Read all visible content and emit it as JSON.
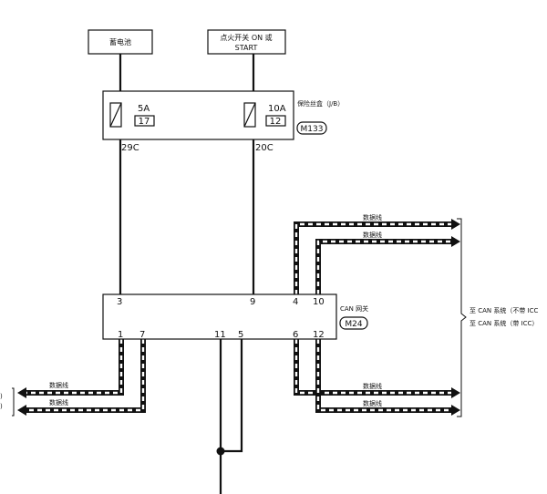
{
  "sources": {
    "battery": "蓄电池",
    "ignition_line1": "点火开关 ON 或",
    "ignition_line2": "START"
  },
  "fuse_block": {
    "label": "保险丝盒（J/B）",
    "connector": "M133",
    "fuse_a": {
      "rating": "5A",
      "number": "17",
      "terminal": "29C"
    },
    "fuse_b": {
      "rating": "10A",
      "number": "12",
      "terminal": "20C"
    }
  },
  "gateway": {
    "label": "CAN 网关",
    "connector": "M24",
    "pins_top": [
      "3",
      "9",
      "4",
      "10"
    ],
    "pins_bottom": [
      "1",
      "7",
      "11",
      "5",
      "6",
      "12"
    ]
  },
  "data_line_label": "数据线",
  "right_targets": {
    "line1": "至 CAN 系统（不带 ICC",
    "line2": "至 CAN 系统（带 ICC）"
  },
  "left_targets": {
    "line1": ")",
    "line2": ")"
  }
}
